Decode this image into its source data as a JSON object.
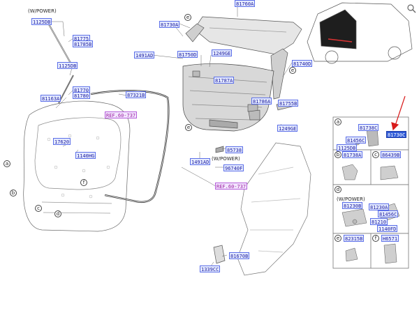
{
  "notes": {
    "wpower_top": "(W/POWER)",
    "wpower_mid": "(W/POWER)",
    "wpower_panel": "(W/POWER)"
  },
  "labels": {
    "l_1125DB_a": "1125DB",
    "l_81775": "81775",
    "l_81785B": "81785B",
    "l_1125DB_b": "1125DB",
    "l_81770": "81770",
    "l_81780": "81780",
    "l_81163A": "81163A",
    "l_87321B": "87321B",
    "l_17620": "17620",
    "l_1140HG": "1140HG",
    "l_81730A": "81730A",
    "l_81760A": "81760A",
    "l_1491AD_a": "1491AD",
    "l_81750D": "81750D",
    "l_1249GE_a": "1249GE",
    "l_81787A": "81787A",
    "l_81786A": "81786A",
    "l_81755B": "81755B",
    "l_1249GE_b": "1249GE",
    "l_85738": "85738",
    "l_1491AD_b": "1491AD",
    "l_96740F": "96740F",
    "l_81740D": "81740D",
    "l_81670B": "81670B",
    "l_1339CC": "1339CC",
    "l_81738C": "81738C",
    "l_81730C": "81730C",
    "l_81456C_a": "81456C",
    "l_1125DB_c": "1125DB",
    "l_81738A": "81738A",
    "l_86439B": "86439B",
    "l_81230B": "81230B",
    "l_81230A": "81230A",
    "l_81456C_b": "81456C",
    "l_81210": "81210",
    "l_1140FD": "1140FD",
    "l_82315B": "82315B",
    "l_H6571": "H6571"
  },
  "refs": {
    "ref_737a": "REF.60-737",
    "ref_737b": "REF.60-737"
  },
  "callouts": [
    "a",
    "b",
    "c",
    "d",
    "e",
    "f"
  ],
  "panel_cells": {
    "a": "a",
    "b": "b",
    "c": "c",
    "d": "d",
    "e": "e",
    "f": "f"
  },
  "colors": {
    "label_bg": "#e6ecff",
    "label_border": "#5b6ee8",
    "label_text": "#1a1aa0",
    "highlight": "#2f5bd8",
    "ref_text": "#9b1fa0",
    "arrow": "#d81b1b",
    "line": "#444444"
  },
  "icons": {
    "magnifier": "magnifier-icon",
    "arrow": "red-pointer-arrow"
  }
}
